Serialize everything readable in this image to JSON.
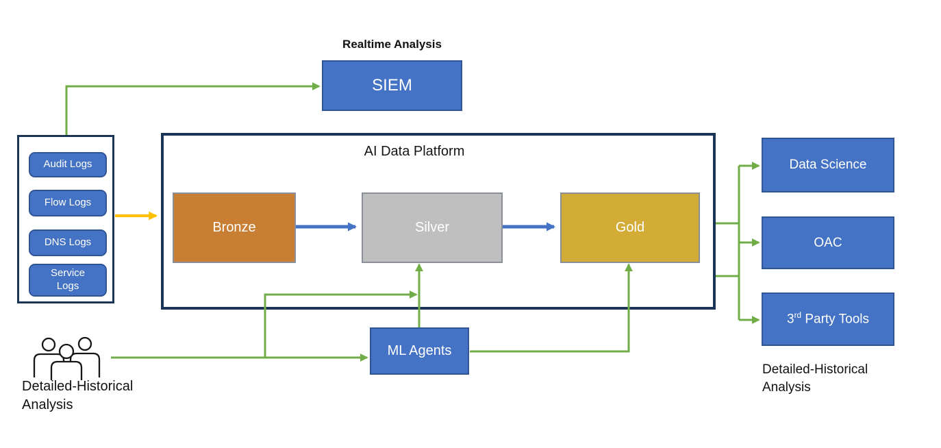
{
  "diagram": {
    "realtime_caption": "Realtime Analysis",
    "siem_label": "SIEM",
    "log_sources": {
      "items": [
        {
          "label": "Audit Logs"
        },
        {
          "label": "Flow Logs"
        },
        {
          "label": "DNS Logs"
        },
        {
          "label": "Service Logs"
        }
      ]
    },
    "platform": {
      "title": "AI Data Platform",
      "stages": [
        {
          "label": "Bronze"
        },
        {
          "label": "Silver"
        },
        {
          "label": "Gold"
        }
      ]
    },
    "ml_agents_label": "ML Agents",
    "outputs": [
      {
        "label": "Data Science"
      },
      {
        "label": "OAC"
      },
      {
        "label_prefix": "3",
        "label_sup": "rd",
        "label_rest": " Party Tools"
      }
    ],
    "left_caption": "Detailed-Historical Analysis",
    "right_caption": "Detailed-Historical Analysis"
  },
  "colors": {
    "blue": "#4472C4",
    "blueborder": "#2F5597",
    "navy": "#1C3557",
    "green": "#70AD47",
    "orange": "#FFC000",
    "bronze": "#C87E33",
    "silver": "#BFBFBF",
    "gold": "#D3AC38",
    "shapeborder": "#8A8F98"
  }
}
